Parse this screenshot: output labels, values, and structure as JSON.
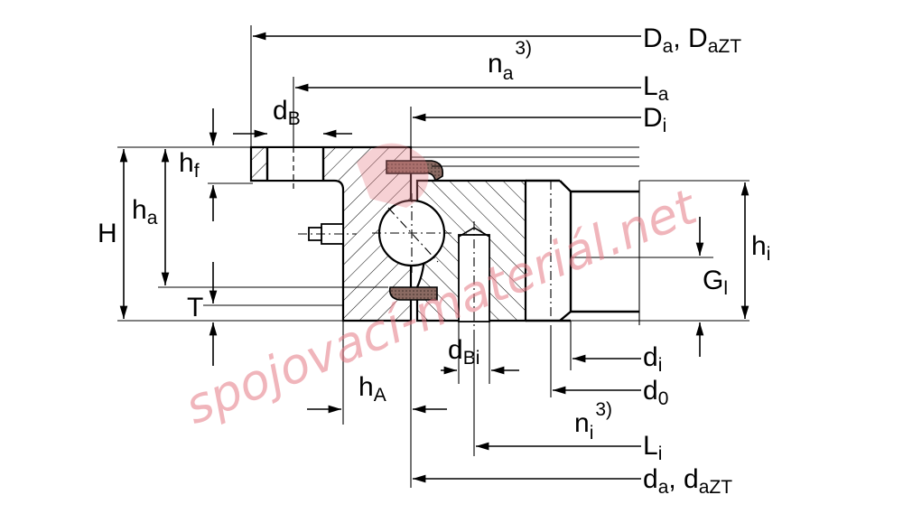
{
  "labels": {
    "Da_main": "D",
    "Da_main_sub": "a",
    "Da_sep": ", D",
    "Da_alt_sub": "aZT",
    "na_main": "n",
    "na_sub": "a",
    "na_sup": "3)",
    "La_main": "L",
    "La_sub": "a",
    "Di_main": "D",
    "Di_sub": "i",
    "dB_main": "d",
    "dB_sub": "B",
    "hf_main": "h",
    "hf_sub": "f",
    "H_main": "H",
    "ha_main": "h",
    "ha_sub": "a",
    "hi_main": "h",
    "hi_sub": "i",
    "Gl_main": "G",
    "Gl_sub": "l",
    "T_main": "T",
    "dBi_main": "d",
    "dBi_sub": "Bi",
    "di_main": "d",
    "di_sub": "i",
    "d0_main": "d",
    "d0_sub": "0",
    "hA_main": "h",
    "hA_sub": "A",
    "ni_main": "n",
    "ni_sub": "i",
    "ni_sup": "3)",
    "Li_main": "L",
    "Li_sub": "i",
    "da_main": "d",
    "da_main_sub": "a",
    "da_sep": ", d",
    "da_alt_sub": "aZT"
  },
  "watermark": {
    "text": "spojovací-materiál.net",
    "color": "#e57a85"
  },
  "colors": {
    "line": "#000000",
    "seal": "#8a6a62"
  }
}
